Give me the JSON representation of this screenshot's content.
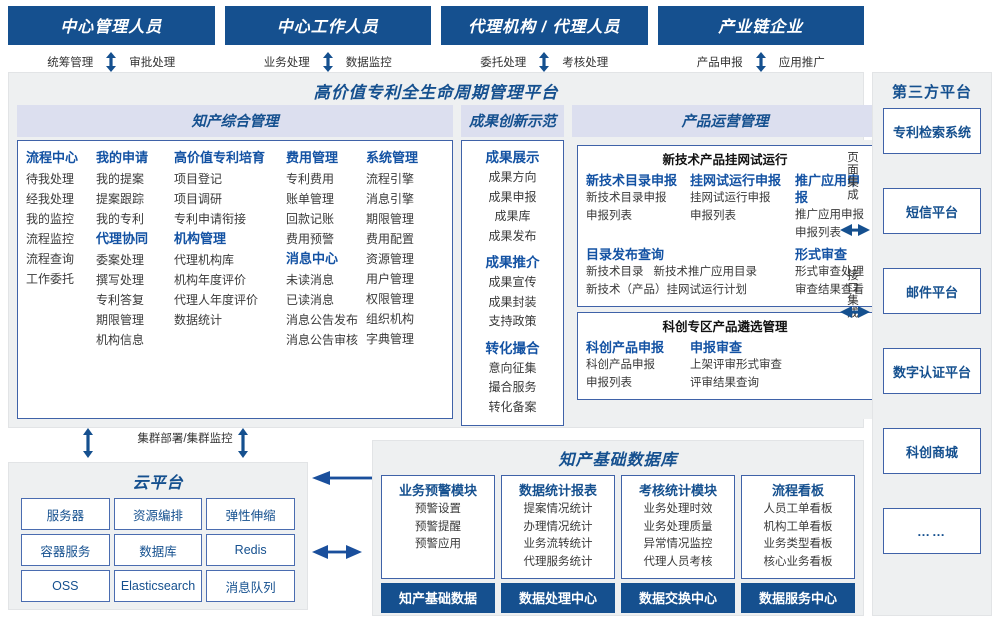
{
  "colors": {
    "primary": "#15508f",
    "accent": "#1352a3",
    "panel_bg": "#eef0f1",
    "header_bg": "#dcdfef",
    "border": "#3f62a8"
  },
  "actors": [
    {
      "name": "中心管理人员",
      "left": "统筹管理",
      "right": "审批处理"
    },
    {
      "name": "中心工作人员",
      "left": "业务处理",
      "right": "数据监控"
    },
    {
      "name": "代理机构 / 代理人员",
      "left": "委托处理",
      "right": "考核处理"
    },
    {
      "name": "产业链企业",
      "left": "产品申报",
      "right": "应用推广"
    }
  ],
  "platform": {
    "title": "高价值专利全生命周期管理平台",
    "col1": {
      "header": "知产综合管理",
      "groups": [
        {
          "heading": "流程中心",
          "items": [
            "待我处理",
            "经我处理",
            "我的监控",
            "流程监控",
            "流程查询",
            "工作委托"
          ]
        },
        {
          "heading": "我的申请",
          "items": [
            "我的提案",
            "提案跟踪",
            "我的专利"
          ],
          "heading2": "代理协同",
          "items2": [
            "委案处理",
            "撰写处理",
            "专利答复",
            "期限管理",
            "机构信息"
          ]
        },
        {
          "heading": "高价值专利培育",
          "items": [
            "项目登记",
            "项目调研",
            "专利申请衔接"
          ],
          "heading2": "机构管理",
          "items2": [
            "代理机构库",
            "机构年度评价",
            "代理人年度评价",
            "数据统计"
          ]
        },
        {
          "heading": "费用管理",
          "items": [
            "专利费用",
            "账单管理",
            "回款记账",
            "费用预警"
          ],
          "heading2": "消息中心",
          "items2": [
            "未读消息",
            "已读消息",
            "消息公告发布",
            "消息公告审核"
          ]
        },
        {
          "heading": "系统管理",
          "items": [
            "流程引擎",
            "消息引擎",
            "期限管理",
            "费用配置",
            "资源管理",
            "用户管理",
            "权限管理",
            "组织机构",
            "字典管理"
          ]
        }
      ]
    },
    "col2": {
      "header": "成果创新示范",
      "groups": [
        {
          "heading": "成果展示",
          "items": [
            "成果方向",
            "成果申报",
            "成果库",
            "成果发布"
          ]
        },
        {
          "heading": "成果推介",
          "items": [
            "成果宣传",
            "成果封装",
            "支持政策"
          ]
        },
        {
          "heading": "转化撮合",
          "items": [
            "意向征集",
            "撮合服务",
            "转化备案"
          ]
        }
      ]
    },
    "col3": {
      "header": "产品运营管理",
      "box1": {
        "title": "新技术产品挂网试运行",
        "cols": [
          {
            "heading": "新技术目录申报",
            "items": [
              "新技术目录申报",
              "申报列表"
            ]
          },
          {
            "heading": "挂网试运行申报",
            "items": [
              "挂网试运行申报",
              "申报列表"
            ]
          },
          {
            "heading": "推广应用申报",
            "items": [
              "推广应用申报",
              "申报列表"
            ]
          }
        ],
        "row2_left": {
          "heading": "目录发布查询",
          "items_inline": [
            "新技术目录",
            "新技术推广应用目录"
          ],
          "item_full": "新技术（产品）挂网试运行计划"
        },
        "row2_right": {
          "heading": "形式审查",
          "items": [
            "形式审查处理",
            "审查结果查看"
          ]
        }
      },
      "box2": {
        "title": "科创专区产品遴选管理",
        "cols": [
          {
            "heading": "科创产品申报",
            "items": [
              "科创产品申报",
              "申报列表"
            ]
          },
          {
            "heading": "申报审查",
            "items": [
              "上架评审形式审查",
              "评审结果查询"
            ]
          }
        ]
      }
    },
    "integration": {
      "page": "页面集成",
      "api": "接口集成"
    }
  },
  "third_party": {
    "title": "第三方平台",
    "items": [
      "专利检索系统",
      "短信平台",
      "邮件平台",
      "数字认证平台",
      "科创商城",
      "……"
    ]
  },
  "cloud": {
    "cluster_label": "集群部署/集群监控",
    "title": "云平台",
    "items": [
      "服务器",
      "资源编排",
      "弹性伸缩",
      "容器服务",
      "数据库",
      "Redis",
      "OSS",
      "Elasticsearch",
      "消息队列"
    ]
  },
  "database": {
    "title": "知产基础数据库",
    "columns": [
      {
        "heading": "业务预警模块",
        "items": [
          "预警设置",
          "预警提醒",
          "预警应用"
        ],
        "footer": "知产基础数据"
      },
      {
        "heading": "数据统计报表",
        "items": [
          "提案情况统计",
          "办理情况统计",
          "业务流转统计",
          "代理服务统计"
        ],
        "footer": "数据处理中心"
      },
      {
        "heading": "考核统计模块",
        "items": [
          "业务处理时效",
          "业务处理质量",
          "异常情况监控",
          "代理人员考核"
        ],
        "footer": "数据交换中心"
      },
      {
        "heading": "流程看板",
        "items": [
          "人员工单看板",
          "机构工单看板",
          "业务类型看板",
          "核心业务看板"
        ],
        "footer": "数据服务中心"
      }
    ]
  }
}
